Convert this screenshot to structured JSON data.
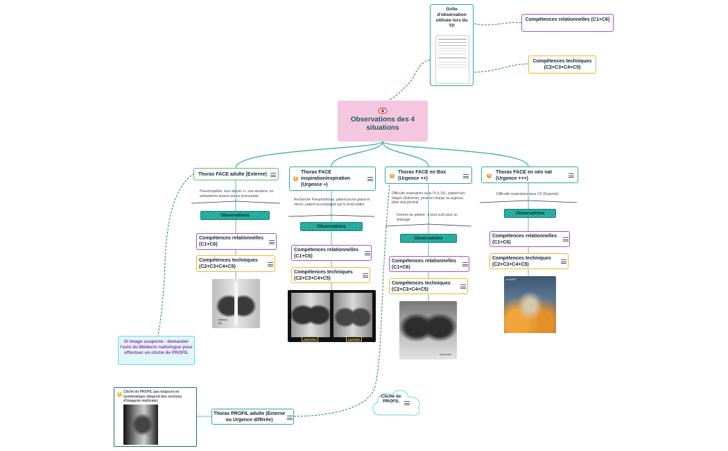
{
  "central": {
    "title": "Observations des 4 situations",
    "icon": "eye-icon"
  },
  "grille": {
    "title": "Grille d'observation utilisée lors du TP"
  },
  "top_comp": {
    "relationnelles": "Compétences relationnelles (C1+C6)",
    "techniques": "Compétences techniques (C2+C3+C4+C5)"
  },
  "situations": [
    {
      "title": "Thorax FACE adulte (Externe)",
      "note": "Pneumopathie, toux depuis +/- une semaine, en ambulatoire amené par un brancardier",
      "observations": "Observations",
      "comp_rel": "Compétences relationnelles (C1+C6)",
      "comp_tech": "Compétences techniques (C2+C3+C4+C5)",
      "image_label": "Debout PA"
    },
    {
      "title": "Thorax FACE inspiration/expiration (Urgence +)",
      "badge": "2",
      "note": "Recherche Pneumothorax, patient jeune grand et mince, patient accompagné par le brancardier",
      "observations": "Observations",
      "comp_rel": "Compétences relationnelles (C1+C6)",
      "comp_tech": "Compétences techniques (C2+C3+C4+C5)",
      "image_labels": [
        "inspiration",
        "expiration"
      ]
    },
    {
      "title": "Thorax FACE en Box (Urgence ++)",
      "badge": "2",
      "note": "Difficulté respiratoire sous O² à 15L, patient très fatigué (Asthénie), prise en charge au urgence, bilan état général",
      "note2": "Devenir du patient : il sera suivi pour un drainage",
      "observations": "Observations",
      "comp_rel": "Compétences relationnelles (C1+C6)",
      "comp_tech": "Compétences techniques (C2+C3+C4+C5)",
      "image_label": "Couc uvris"
    },
    {
      "title": "Thorax FACE en néo nat (Urgence +++)",
      "badge": "2",
      "note": "Difficulté respiratoire sous O2 (Dyspnée)",
      "observations": "Observations",
      "comp_rel": "Compétences relationnelles (C1+C6)",
      "comp_tech": "Compétences techniques (C2+C3+C4+C5)",
      "image_label": "D AGOT"
    }
  ],
  "suspect": {
    "text": "Si Image suspecte : demander l'avis du Médecin radiologue pour effectuer un cliché de PROFIL"
  },
  "profil_card": {
    "badge": "1",
    "note": "Cliché de PROFIL pas toujours en systématique (dépend des services d'imagerie médicale)"
  },
  "profil_node": {
    "title": "Thorax PROFIL adulte (Externe ou Urgence différée)"
  },
  "cloud": {
    "title": "Cliché de PROFIL"
  },
  "colors": {
    "teal": "#2aa89a",
    "pink": "#f4c6df",
    "purple": "#a84fc9",
    "gold": "#f0b428",
    "green": "#5cbf62",
    "suspect": "#dff7f9"
  }
}
